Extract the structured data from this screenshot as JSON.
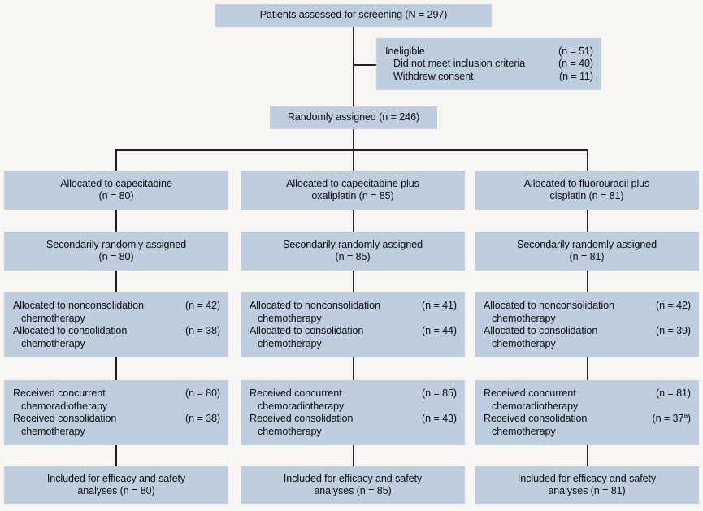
{
  "diagram": {
    "title": "CONSORT patient flow diagram",
    "colors": {
      "box_fill": "#bfcede",
      "background": "#f7f6f3",
      "line": "#231f20",
      "text": "#0d0d0d"
    },
    "top": {
      "screening": "Patients assessed for screening (N = 297)",
      "randomized": "Randomly assigned (n = 246)"
    },
    "excluded": {
      "rows": [
        {
          "label": "Ineligible",
          "count": "(n = 51)",
          "indent": false
        },
        {
          "label": "Did not meet inclusion criteria",
          "count": "(n = 40)",
          "indent": true
        },
        {
          "label": "Withdrew consent",
          "count": "(n = 11)",
          "indent": true
        }
      ]
    },
    "arms": [
      {
        "allocation_line1": "Allocated to capecitabine",
        "allocation_line2": "(n = 80)",
        "secondary_line1": "Secondarily randomly assigned",
        "secondary_line2": "(n = 80)",
        "consolidation": {
          "row1_label": "Allocated to nonconsolidation",
          "row1_count": "(n = 42)",
          "row1_cont": "chemotherapy",
          "row2_label": "Allocated to consolidation",
          "row2_count": "(n = 38)",
          "row2_cont": "chemotherapy"
        },
        "received": {
          "row1_label": "Received concurrent",
          "row1_count": "(n = 80)",
          "row1_cont": "chemoradiotherapy",
          "row2_label": "Received consolidation",
          "row2_count": "(n = 38)",
          "row2_count_sup": "",
          "row2_cont": "chemotherapy"
        },
        "analysis_line1": "Included for efficacy and safety",
        "analysis_line2": "analyses (n = 80)"
      },
      {
        "allocation_line1": "Allocated to capecitabine plus",
        "allocation_line2": "oxaliplatin (n = 85)",
        "secondary_line1": "Secondarily randomly assigned",
        "secondary_line2": "(n = 85)",
        "consolidation": {
          "row1_label": "Allocated to nonconsolidation",
          "row1_count": "(n = 41)",
          "row1_cont": "chemotherapy",
          "row2_label": "Allocated to consolidation",
          "row2_count": "(n = 44)",
          "row2_cont": "chemotherapy"
        },
        "received": {
          "row1_label": "Received concurrent",
          "row1_count": "(n = 85)",
          "row1_cont": "chemoradiotherapy",
          "row2_label": "Received consolidation",
          "row2_count": "(n = 43)",
          "row2_count_sup": "",
          "row2_cont": "chemotherapy"
        },
        "analysis_line1": "Included for efficacy and safety",
        "analysis_line2": "analyses (n = 85)"
      },
      {
        "allocation_line1": "Allocated to fluorouracil plus",
        "allocation_line2": "cisplatin (n = 81)",
        "secondary_line1": "Secondarily randomly assigned",
        "secondary_line2": "(n = 81)",
        "consolidation": {
          "row1_label": "Allocated to nonconsolidation",
          "row1_count": "(n = 42)",
          "row1_cont": "chemotherapy",
          "row2_label": "Allocated to consolidation",
          "row2_count": "(n = 39)",
          "row2_cont": "chemotherapy"
        },
        "received": {
          "row1_label": "Received concurrent",
          "row1_count": "(n = 81)",
          "row1_cont": "chemoradiotherapy",
          "row2_label": "Received consolidation",
          "row2_count": "(n = 37",
          "row2_count_sup": "a",
          "row2_count_close": ")",
          "row2_cont": "chemotherapy"
        },
        "analysis_line1": "Included for efficacy and safety",
        "analysis_line2": "analyses (n = 81)"
      }
    ]
  }
}
